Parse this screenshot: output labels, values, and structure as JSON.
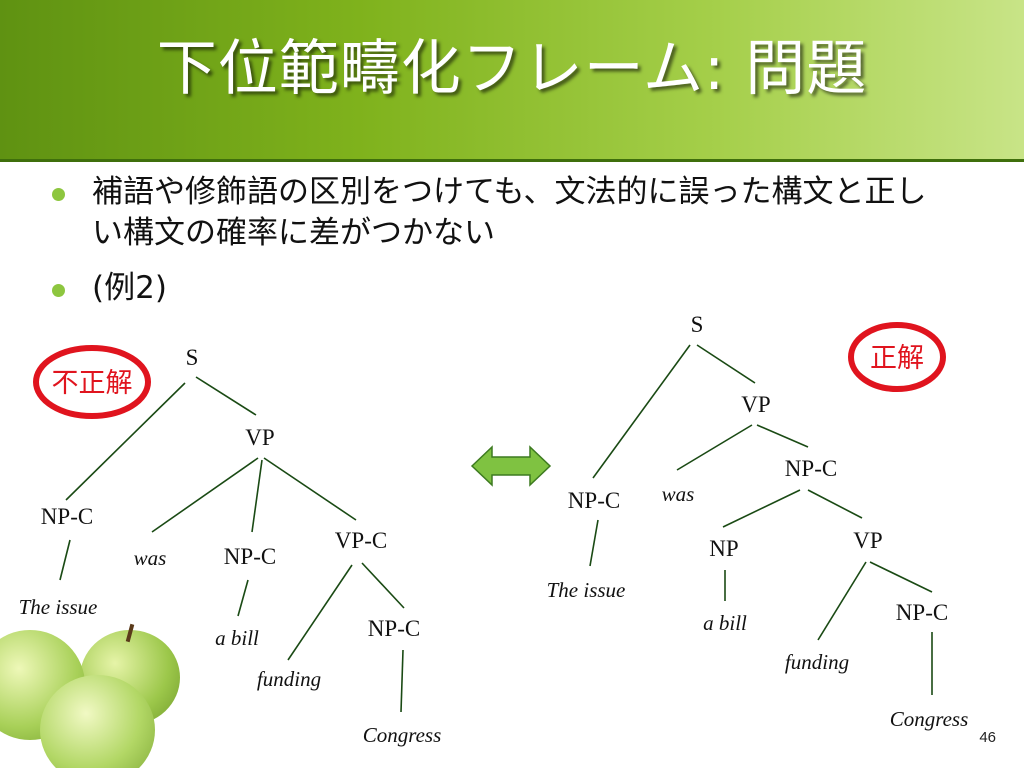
{
  "slide": {
    "title": "下位範疇化フレーム: 問題",
    "bullets": [
      "補語や修飾語の区別をつけても、文法的に誤った構文と正しい構文の確率に差がつかない",
      "(例2)"
    ],
    "page_number": "46"
  },
  "left_tree": {
    "mark": "不正解",
    "labels": {
      "S": "S",
      "VP": "VP",
      "NPC_subj": "NP-C",
      "NPC_obj": "NP-C",
      "VPC": "VP-C",
      "NPC_inner": "NP-C"
    },
    "leaves": {
      "the_issue": "The issue",
      "was": "was",
      "a_bill": "a bill",
      "funding": "funding",
      "congress": "Congress"
    }
  },
  "right_tree": {
    "mark": "正解",
    "labels": {
      "S": "S",
      "VP": "VP",
      "NPC_subj": "NP-C",
      "NPC_obj": "NP-C",
      "NP": "NP",
      "VP_inner": "VP",
      "NPC_inner": "NP-C"
    },
    "leaves": {
      "the_issue": "The issue",
      "was": "was",
      "a_bill": "a bill",
      "funding": "funding",
      "congress": "Congress"
    }
  },
  "colors": {
    "mark_ring": "#e0141e",
    "mark_text": "#e0141e",
    "arrow_fill": "#7fc241",
    "arrow_stroke": "#3d7a20",
    "bullet_dot": "#8dc63f"
  }
}
